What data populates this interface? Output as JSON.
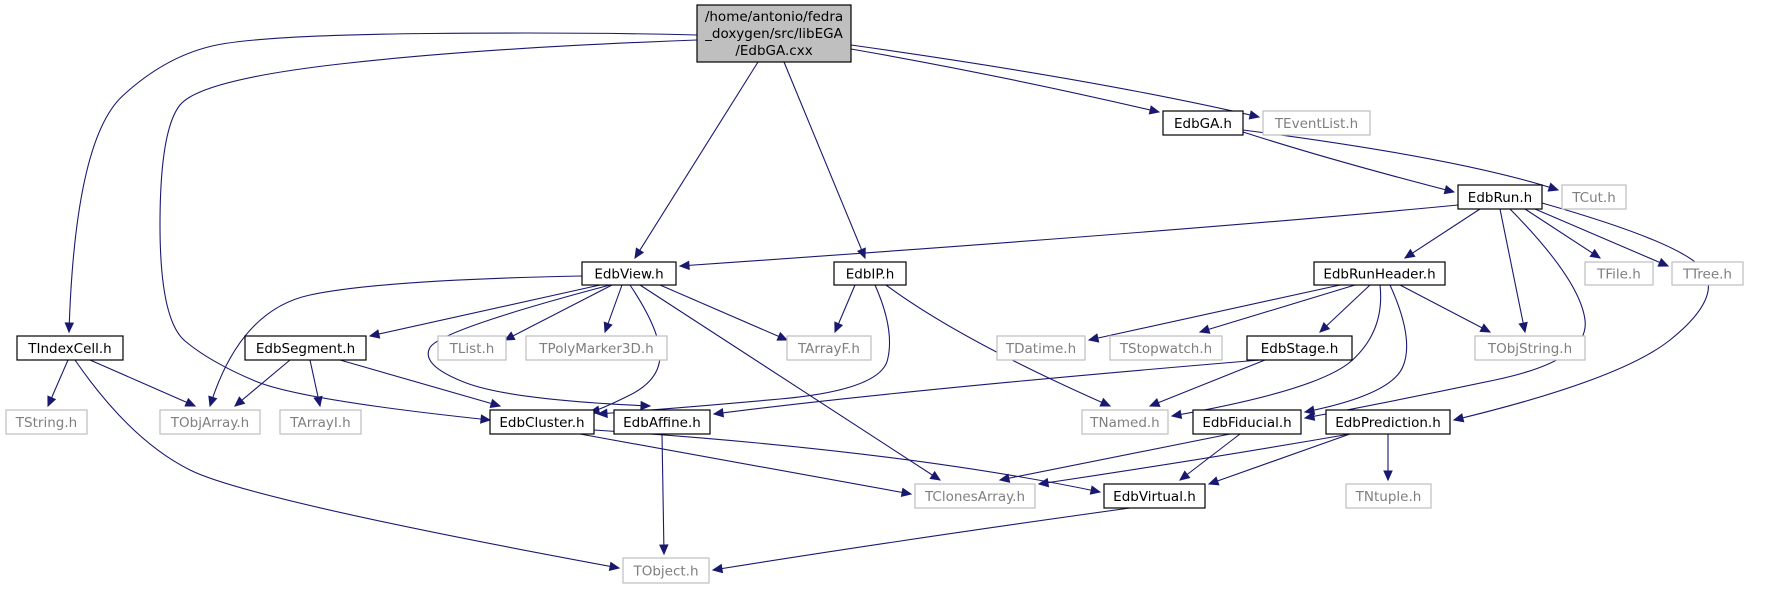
{
  "graph": {
    "title_lines": [
      "/home/antonio/fedra",
      "_doxygen/src/libEGA",
      "/EdbGA.cxx"
    ],
    "colors": {
      "edge": "#191970",
      "root_fill": "#bfbfbf",
      "node_fill": "#ffffff",
      "node_border": "#000000",
      "external_border": "#bfbfbf",
      "external_text": "#7f7f7f"
    },
    "nodes": [
      {
        "id": "root",
        "label": "/home/antonio/fedra _doxygen/src/libEGA /EdbGA.cxx",
        "kind": "root"
      },
      {
        "id": "EdbGA_h",
        "label": "EdbGA.h",
        "kind": "internal"
      },
      {
        "id": "TEventList_h",
        "label": "TEventList.h",
        "kind": "external"
      },
      {
        "id": "EdbRun_h",
        "label": "EdbRun.h",
        "kind": "internal"
      },
      {
        "id": "TCut_h",
        "label": "TCut.h",
        "kind": "external"
      },
      {
        "id": "EdbView_h",
        "label": "EdbView.h",
        "kind": "internal"
      },
      {
        "id": "EdbIP_h",
        "label": "EdbIP.h",
        "kind": "internal"
      },
      {
        "id": "EdbRunHeader_h",
        "label": "EdbRunHeader.h",
        "kind": "internal"
      },
      {
        "id": "TFile_h",
        "label": "TFile.h",
        "kind": "external"
      },
      {
        "id": "TTree_h",
        "label": "TTree.h",
        "kind": "external"
      },
      {
        "id": "TIndexCell_h",
        "label": "TIndexCell.h",
        "kind": "internal"
      },
      {
        "id": "EdbSegment_h",
        "label": "EdbSegment.h",
        "kind": "internal"
      },
      {
        "id": "TList_h",
        "label": "TList.h",
        "kind": "external"
      },
      {
        "id": "TPolyMarker3D_h",
        "label": "TPolyMarker3D.h",
        "kind": "external"
      },
      {
        "id": "TArrayF_h",
        "label": "TArrayF.h",
        "kind": "external"
      },
      {
        "id": "TDatime_h",
        "label": "TDatime.h",
        "kind": "external"
      },
      {
        "id": "TStopwatch_h",
        "label": "TStopwatch.h",
        "kind": "external"
      },
      {
        "id": "EdbStage_h",
        "label": "EdbStage.h",
        "kind": "internal"
      },
      {
        "id": "TObjString_h",
        "label": "TObjString.h",
        "kind": "external"
      },
      {
        "id": "TString_h",
        "label": "TString.h",
        "kind": "external"
      },
      {
        "id": "TObjArray_h",
        "label": "TObjArray.h",
        "kind": "external"
      },
      {
        "id": "TArrayI_h",
        "label": "TArrayI.h",
        "kind": "external"
      },
      {
        "id": "EdbCluster_h",
        "label": "EdbCluster.h",
        "kind": "internal"
      },
      {
        "id": "EdbAffine_h",
        "label": "EdbAffine.h",
        "kind": "internal"
      },
      {
        "id": "TNamed_h",
        "label": "TNamed.h",
        "kind": "external"
      },
      {
        "id": "EdbFiducial_h",
        "label": "EdbFiducial.h",
        "kind": "internal"
      },
      {
        "id": "EdbPrediction_h",
        "label": "EdbPrediction.h",
        "kind": "internal"
      },
      {
        "id": "TClonesArray_h",
        "label": "TClonesArray.h",
        "kind": "external"
      },
      {
        "id": "EdbVirtual_h",
        "label": "EdbVirtual.h",
        "kind": "internal"
      },
      {
        "id": "TNtuple_h",
        "label": "TNtuple.h",
        "kind": "external"
      },
      {
        "id": "TObject_h",
        "label": "TObject.h",
        "kind": "external"
      }
    ],
    "edges": [
      {
        "from": "root",
        "to": "TIndexCell_h"
      },
      {
        "from": "root",
        "to": "EdbCluster_h"
      },
      {
        "from": "root",
        "to": "EdbView_h"
      },
      {
        "from": "root",
        "to": "EdbIP_h"
      },
      {
        "from": "root",
        "to": "EdbGA_h"
      },
      {
        "from": "root",
        "to": "TEventList_h"
      },
      {
        "from": "EdbGA_h",
        "to": "EdbRun_h"
      },
      {
        "from": "EdbGA_h",
        "to": "TCut_h"
      },
      {
        "from": "EdbRun_h",
        "to": "EdbView_h"
      },
      {
        "from": "EdbRun_h",
        "to": "EdbRunHeader_h"
      },
      {
        "from": "EdbRun_h",
        "to": "TObjString_h"
      },
      {
        "from": "EdbRun_h",
        "to": "TFile_h"
      },
      {
        "from": "EdbRun_h",
        "to": "TTree_h"
      },
      {
        "from": "EdbRun_h",
        "to": "EdbFiducial_h"
      },
      {
        "from": "EdbRun_h",
        "to": "EdbPrediction_h"
      },
      {
        "from": "EdbView_h",
        "to": "TObjArray_h"
      },
      {
        "from": "EdbView_h",
        "to": "EdbSegment_h"
      },
      {
        "from": "EdbView_h",
        "to": "EdbAffine_h"
      },
      {
        "from": "EdbView_h",
        "to": "TList_h"
      },
      {
        "from": "EdbView_h",
        "to": "TPolyMarker3D_h"
      },
      {
        "from": "EdbView_h",
        "to": "EdbCluster_h"
      },
      {
        "from": "EdbView_h",
        "to": "TClonesArray_h"
      },
      {
        "from": "EdbView_h",
        "to": "TArrayF_h"
      },
      {
        "from": "EdbIP_h",
        "to": "TArrayF_h"
      },
      {
        "from": "EdbIP_h",
        "to": "EdbCluster_h"
      },
      {
        "from": "EdbIP_h",
        "to": "TNamed_h"
      },
      {
        "from": "EdbRunHeader_h",
        "to": "TDatime_h"
      },
      {
        "from": "EdbRunHeader_h",
        "to": "TStopwatch_h"
      },
      {
        "from": "EdbRunHeader_h",
        "to": "EdbStage_h"
      },
      {
        "from": "EdbRunHeader_h",
        "to": "TObjString_h"
      },
      {
        "from": "EdbRunHeader_h",
        "to": "TNamed_h"
      },
      {
        "from": "EdbRunHeader_h",
        "to": "EdbFiducial_h"
      },
      {
        "from": "EdbStage_h",
        "to": "EdbAffine_h"
      },
      {
        "from": "EdbStage_h",
        "to": "TNamed_h"
      },
      {
        "from": "TIndexCell_h",
        "to": "TString_h"
      },
      {
        "from": "TIndexCell_h",
        "to": "TObjArray_h"
      },
      {
        "from": "TIndexCell_h",
        "to": "TObject_h"
      },
      {
        "from": "EdbSegment_h",
        "to": "TObjArray_h"
      },
      {
        "from": "EdbSegment_h",
        "to": "TArrayI_h"
      },
      {
        "from": "EdbSegment_h",
        "to": "EdbCluster_h"
      },
      {
        "from": "EdbCluster_h",
        "to": "TClonesArray_h"
      },
      {
        "from": "EdbCluster_h",
        "to": "EdbVirtual_h"
      },
      {
        "from": "EdbAffine_h",
        "to": "TObject_h"
      },
      {
        "from": "EdbFiducial_h",
        "to": "TClonesArray_h"
      },
      {
        "from": "EdbFiducial_h",
        "to": "EdbVirtual_h"
      },
      {
        "from": "EdbPrediction_h",
        "to": "TClonesArray_h"
      },
      {
        "from": "EdbPrediction_h",
        "to": "EdbVirtual_h"
      },
      {
        "from": "EdbPrediction_h",
        "to": "TNtuple_h"
      },
      {
        "from": "EdbVirtual_h",
        "to": "TObject_h"
      }
    ]
  }
}
